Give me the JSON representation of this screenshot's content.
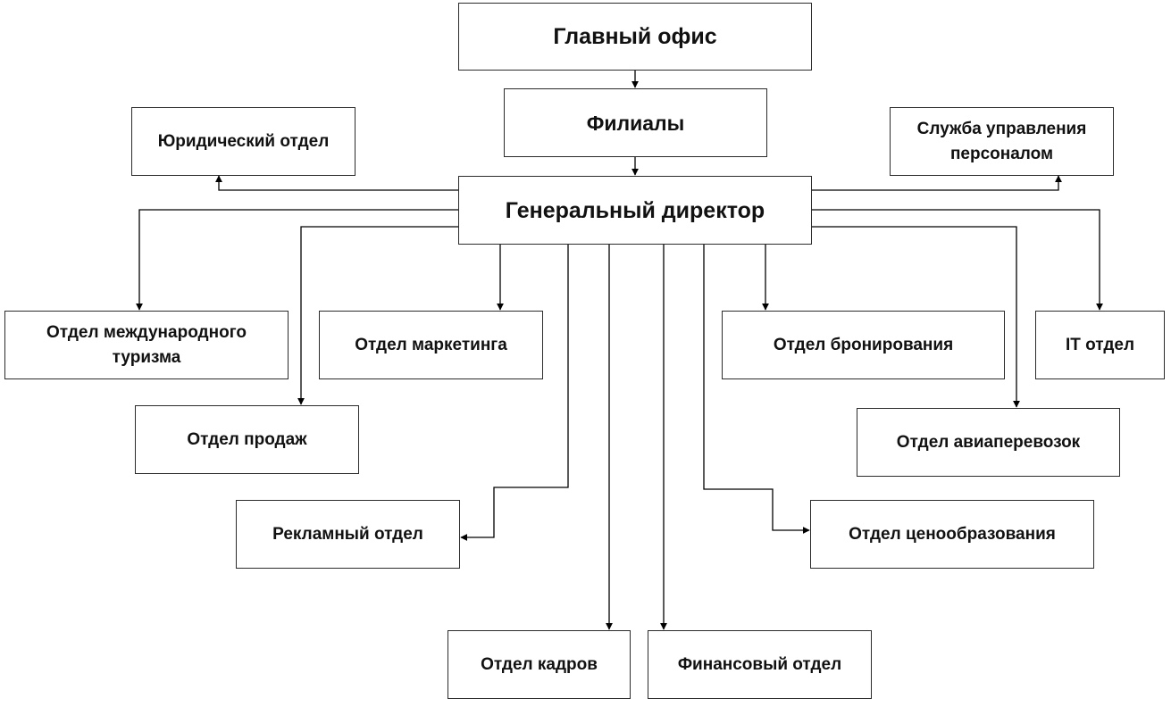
{
  "nodes": {
    "main": "Главный офис",
    "branches": "Филиалы",
    "ceo": "Генеральный директор",
    "legal": "Юридический отдел",
    "hr_service": "Служба управления персоналом",
    "intl_tourism": "Отдел международного туризма",
    "marketing": "Отдел маркетинга",
    "booking": "Отдел бронирования",
    "it": "IT отдел",
    "sales": "Отдел продаж",
    "air": "Отдел авиаперевозок",
    "ads": "Рекламный отдел",
    "pricing": "Отдел ценообразования",
    "staff": "Отдел кадров",
    "finance": "Финансовый отдел"
  },
  "colors": {
    "line": "#000000",
    "border": "#2b2b2b",
    "text": "#111111",
    "background": "#ffffff"
  }
}
